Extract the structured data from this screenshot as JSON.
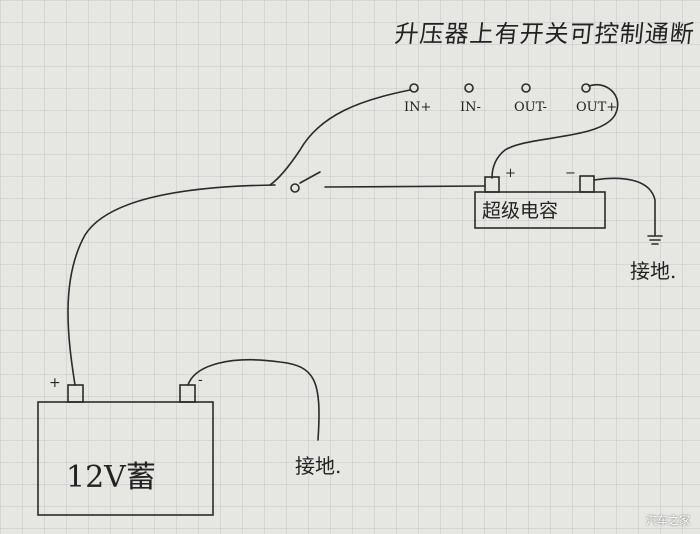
{
  "title_note": "升压器上有开关可控制通断",
  "booster_terminals": [
    "IN+",
    "IN-",
    "OUT-",
    "OUT+"
  ],
  "supercapacitor": {
    "label": "超级电容",
    "plus": "+",
    "minus": "−"
  },
  "battery": {
    "label": "12V蓄",
    "plus": "+",
    "minus": "-"
  },
  "ground_labels": [
    "接地.",
    "接地."
  ],
  "watermark": "汽车之家"
}
